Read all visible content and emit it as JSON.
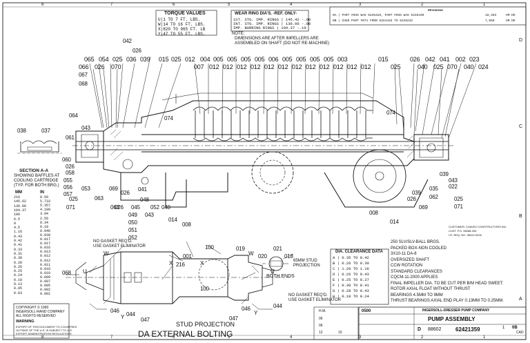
{
  "torque": {
    "title": "TORQUE VALUES",
    "rows": [
      "U|1  TO  7  FT. LBS.",
      "W|14  TO  16  FT. LBS.",
      "X|820  TO  965  FT. LB",
      "Y|47  TO  55  FT. LBS."
    ]
  },
  "wear": {
    "title": "WEAR RING DIA'S. -REF. ONLY-",
    "rows": [
      "1ST. STG. IMP. RINGS | 145.42 -.08",
      "INT. STG. IMP. RINGS | 136.06 -.08",
      "IMP. BURRING RINGS | 104.37 -.10"
    ],
    "note": "NOTE:",
    "note_lines": [
      "DIMENSIONS ARE AFTER IMPELLERS ARE",
      "ASSEMBLED ON SHAFT (DO NOT RE-MACHINE)"
    ]
  },
  "revision": {
    "header": "REVISIONS",
    "rows": [
      "0A | PART #035 WAS 62X5426, PART #036 WAS 62X5430",
      "0B | CHGD PART #071 FROM 62X4416 TO 62X5232"
    ],
    "codes": [
      "18,493",
      "7,850"
    ],
    "by": [
      "HM DO",
      "HM DO"
    ]
  },
  "balloons_top": [
    "065",
    "054",
    "025",
    "036",
    "039",
    "015",
    "025",
    "012",
    "004",
    "005",
    "005",
    "005",
    "005",
    "006",
    "005",
    "005",
    "005",
    "005",
    "003",
    "015",
    "026",
    "042",
    "041",
    "002",
    "023"
  ],
  "balloons_top2": [
    "066",
    "026",
    "070",
    "007",
    "012",
    "012",
    "012",
    "012",
    "012",
    "012",
    "012",
    "012",
    "012",
    "012",
    "012",
    "012",
    "025",
    "040",
    "025",
    "070",
    "040",
    "024"
  ],
  "balloons_misc": [
    "042",
    "026",
    "067",
    "068",
    "064",
    "043",
    "061",
    "060",
    "026",
    "058",
    "055",
    "056",
    "057",
    "038",
    "037",
    "074",
    "074",
    "039",
    "043",
    "022",
    "035",
    "026",
    "062",
    "039",
    "069",
    "025",
    "071",
    "008",
    "014",
    "053",
    "063",
    "069",
    "026",
    "041",
    "025",
    "063",
    "048",
    "045",
    "052",
    "071",
    "026",
    "049",
    "043",
    "040",
    "050",
    "051",
    "052",
    "014",
    "008",
    "019",
    "021",
    "018",
    "020"
  ],
  "section": {
    "title": "SECTION A-A",
    "lines": [
      "SHOWING BAFFLES AT",
      "COOLING CARTRIDGE",
      "(TYP. FOR BOTH BRG.)"
    ],
    "col_mm": "MM",
    "col_in": "IN",
    "mm": [
      "216",
      "145.62",
      "136.06",
      "104.37",
      "100",
      "6.5",
      "9",
      "4.5",
      "1.16",
      "0.43",
      "0.42",
      "0.41",
      "0.33",
      "0.31",
      "0.30",
      "0.28",
      "0.26",
      "0.25",
      "0.24",
      "0.18",
      "0.13",
      "0.05",
      "0.03"
    ],
    "in": [
      "8.50",
      "5.733",
      "5.357",
      "4.109",
      "3.94",
      "2.56",
      "0.34",
      "0.18",
      "0.046",
      "0.039",
      "0.017",
      "0.017",
      "0.016",
      "0.013",
      "0.012",
      "0.012",
      "0.011",
      "0.010",
      "0.010",
      "0.009",
      "0.007",
      "0.005",
      "0.002",
      "0.001"
    ]
  },
  "clearance": {
    "title": "DIA. CLEARANCE DATA",
    "rows": [
      "A | 0.35 TO 0.42",
      "B | 0.26 TO 0.30",
      "C | 1.20 TO 1.16",
      "D | 0.26 TO 0.43",
      "E | 0.25 TO 0.27",
      "F | 0.30 TO 0.41",
      "G | 0.28 TO 0.43",
      "H | 0.18 TO 0.24"
    ]
  },
  "notes": [
    "250 SLV/SLV-BALL BRGS.",
    "PACKED BOX-NON COOLED",
    "3X10-11 DA-8",
    "OVERSIZED SHAFT",
    "CCW ROTATION",
    "STANDARD CLEARANCES",
    "CQCM-11-2000 APPLIES",
    "FINAL IMPELLER DIA. TO BE CUT PER B/M HEAD SWEET.",
    "ROTOR AXIAL FLOAT WITHOUT THRUST",
    "BEARINGS 4.5MM TO 9MM",
    "THRUST BEARINGS AXIAL END PLAY 0.13MM TO 0.25MM."
  ],
  "customer": [
    "CUSTOMER: CHAVEZ CONSTRUCTORS INC.",
    "CUST. P.O. 98288-253",
    "I.R. REQ. NO. 98222-0026"
  ],
  "bolting": {
    "gasket1": [
      "NO GASKET REQ'D.",
      "USE GASKET ELIMINATOR"
    ],
    "gasket2": [
      "NO GASKET REQ'D.",
      "USE GASKET ELIMINATOR"
    ],
    "stud_proj": [
      "65MM STUD",
      "PROJECTION"
    ],
    "both_ends": "BOTH ENDS",
    "stud_projection": "STUD PROJECTION",
    "title": "DA EXTERNAL BOLTING",
    "letters": [
      "U",
      "W",
      "W",
      "U",
      "X",
      "Y",
      "Y",
      "X"
    ],
    "callouts": [
      "001",
      "100",
      "216",
      "100",
      "068",
      "046",
      "044",
      "047",
      "047",
      "046",
      "044"
    ]
  },
  "copyright": {
    "lines": [
      "COPYRIGHT ©  1990",
      "INGERSOLL-RAND COMPANY",
      "ALL RIGHTS RESERVED"
    ],
    "warning_title": "WARNING",
    "warning": [
      "EXPORT OF THIS DOCUMENT TO COUNTRIES",
      "OUTSIDE OF THE U.S. IS SUBJECT TO U.S.",
      "EXPORT ADMINISTRATION REGULATIONS."
    ]
  },
  "title_block": {
    "company": "INGERSOLL-DRESSER PUMP COMPANY",
    "scale": "0500",
    "title": "PUMP ASSEMBLY",
    "drawing_no": "62421359",
    "size": "D",
    "code": "88602",
    "sheet": "1",
    "rev": "0B",
    "drawn": "H.M.",
    "dates": [
      "06",
      "06",
      "12",
      "10"
    ]
  },
  "border": {
    "top_numbers": [
      "8",
      "7",
      "6",
      "5",
      "4",
      "3",
      "2",
      "1"
    ],
    "bottom_numbers": [
      "8",
      "7",
      "6",
      "5",
      "4",
      "3",
      "2",
      "1"
    ],
    "side_letters": [
      "D",
      "C",
      "B",
      "A"
    ],
    "corner": "CAD"
  },
  "colors": {
    "ink": "#111111",
    "paper": "#ffffff"
  }
}
